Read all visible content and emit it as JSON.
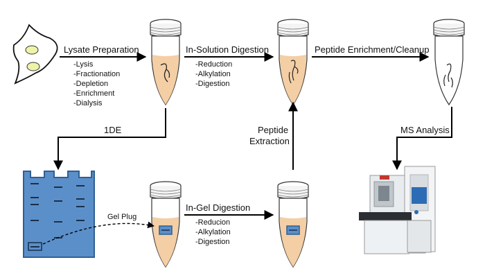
{
  "steps": {
    "lysate_preparation": {
      "title": "Lysate Preparation",
      "items": [
        "-Lysis",
        "-Fractionation",
        "-Depletion",
        "-Enrichment",
        "-Dialysis"
      ]
    },
    "in_solution_digestion": {
      "title": "In-Solution Digestion",
      "items": [
        "-Reduction",
        "-Alkylation",
        "-Digestion"
      ]
    },
    "peptide_enrichment": {
      "title": "Peptide Enrichment/Cleanup"
    },
    "one_de": {
      "title": "1DE"
    },
    "peptide_extraction": {
      "line1": "Peptide",
      "line2": "Extraction"
    },
    "ms_analysis": {
      "title": "MS Analysis"
    },
    "gel_plug": {
      "title": "Gel Plug"
    },
    "in_gel_digestion": {
      "title": "In-Gel Digestion",
      "items": [
        "-Reducion",
        "-Alkylation",
        "-Digestion"
      ]
    }
  },
  "colors": {
    "liquid": "#f3c99a",
    "gel": "#5b8fc9",
    "gel_border": "#2f5f93",
    "arrow": "#000000"
  },
  "icons": [
    "cell-icon",
    "tube-icon",
    "gel-icon",
    "mass-spectrometer-icon"
  ]
}
